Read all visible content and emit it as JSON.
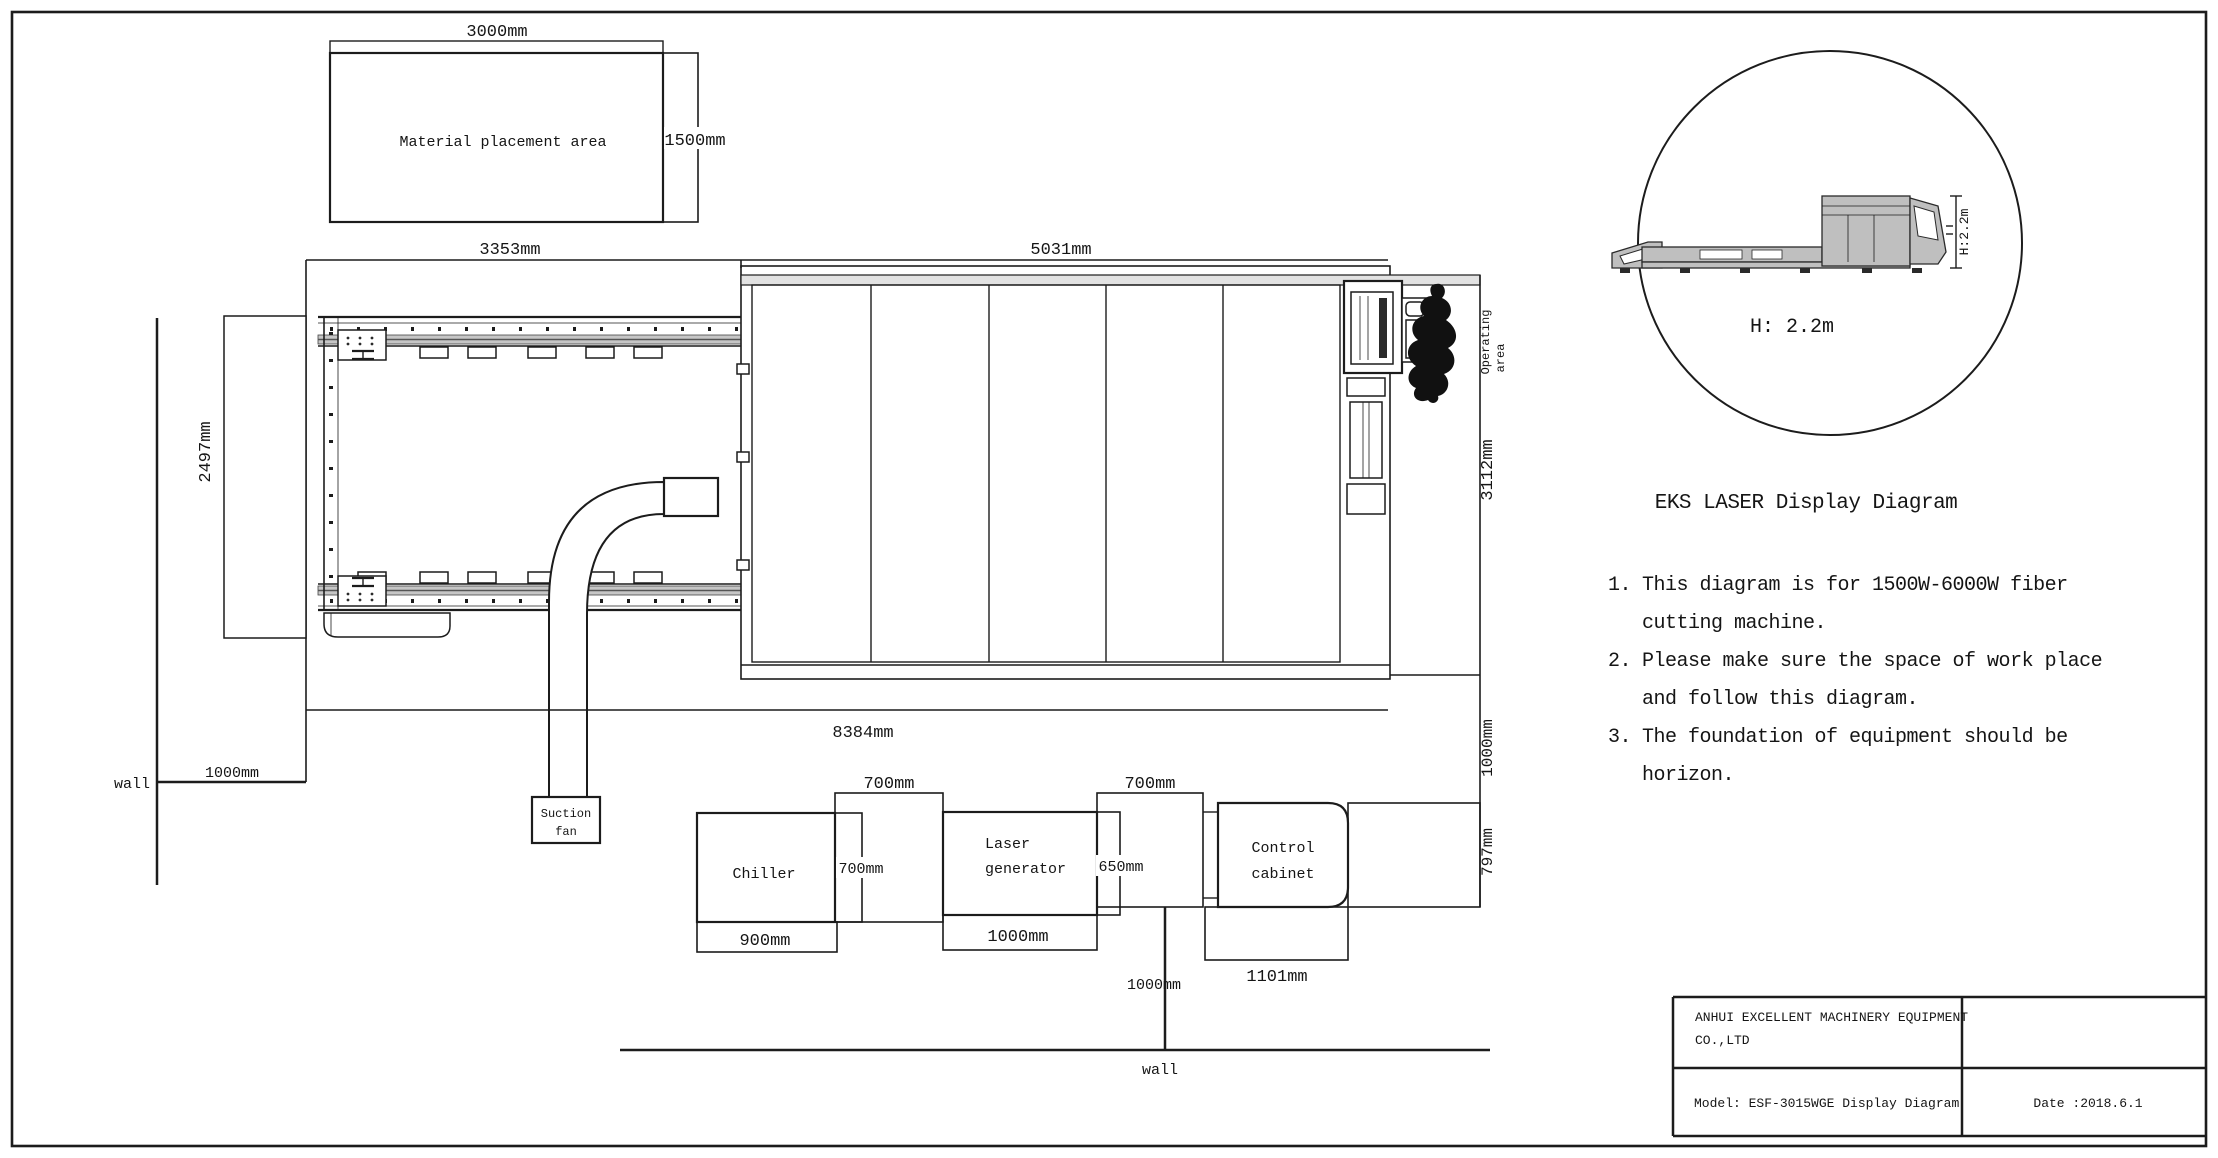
{
  "drawing": {
    "material_area": {
      "label": "Material placement area",
      "width_dim": "3000mm",
      "depth_dim": "1500mm"
    },
    "plan": {
      "dim_table_width": "3353mm",
      "dim_enclosure_width": "5031mm",
      "dim_table_depth": "2497mm",
      "dim_machine_depth": "3112mm",
      "dim_total_width": "8384mm",
      "dim_wall_clearance_left": "1000mm",
      "wall_label_left": "wall",
      "operating_area_line1": "Operating",
      "operating_area_line2": "area",
      "dim_rear_clearance": "1000mm",
      "dim_cabinet_band_depth": "797mm"
    },
    "equipment": {
      "suction_fan_line1": "Suction",
      "suction_fan_line2": "fan",
      "chiller_label": "Chiller",
      "chiller_width": "900mm",
      "chiller_depth": "700mm",
      "gap_chiller_laser": "700mm",
      "laser_line1": "Laser",
      "laser_line2": "generator",
      "laser_width": "1000mm",
      "laser_depth": "650mm",
      "gap_laser_cabinet": "700mm",
      "cabinet_line1": "Control",
      "cabinet_line2": "cabinet",
      "cabinet_width": "1101mm",
      "dim_wall_clearance_bottom": "1000mm",
      "wall_label_bottom": "wall"
    },
    "side_view": {
      "height_dim_vertical": "H:2.2m",
      "height_label": "H: 2.2m"
    },
    "notes": {
      "title": "EKS LASER Display Diagram",
      "items": [
        {
          "num": "1.",
          "line1": "This diagram is for 1500W-6000W fiber",
          "line2": "cutting machine."
        },
        {
          "num": "2.",
          "line1": "Please make sure the space of work place",
          "line2": "and follow this diagram."
        },
        {
          "num": "3.",
          "line1": "The foundation of equipment should be",
          "line2": "horizon."
        }
      ]
    },
    "title_block": {
      "company_line1": "ANHUI EXCELLENT MACHINERY EQUIPMENT",
      "company_line2": "CO.,LTD",
      "model": "Model: ESF-3015WGE Display Diagram",
      "date": "Date :2018.6.1"
    }
  }
}
